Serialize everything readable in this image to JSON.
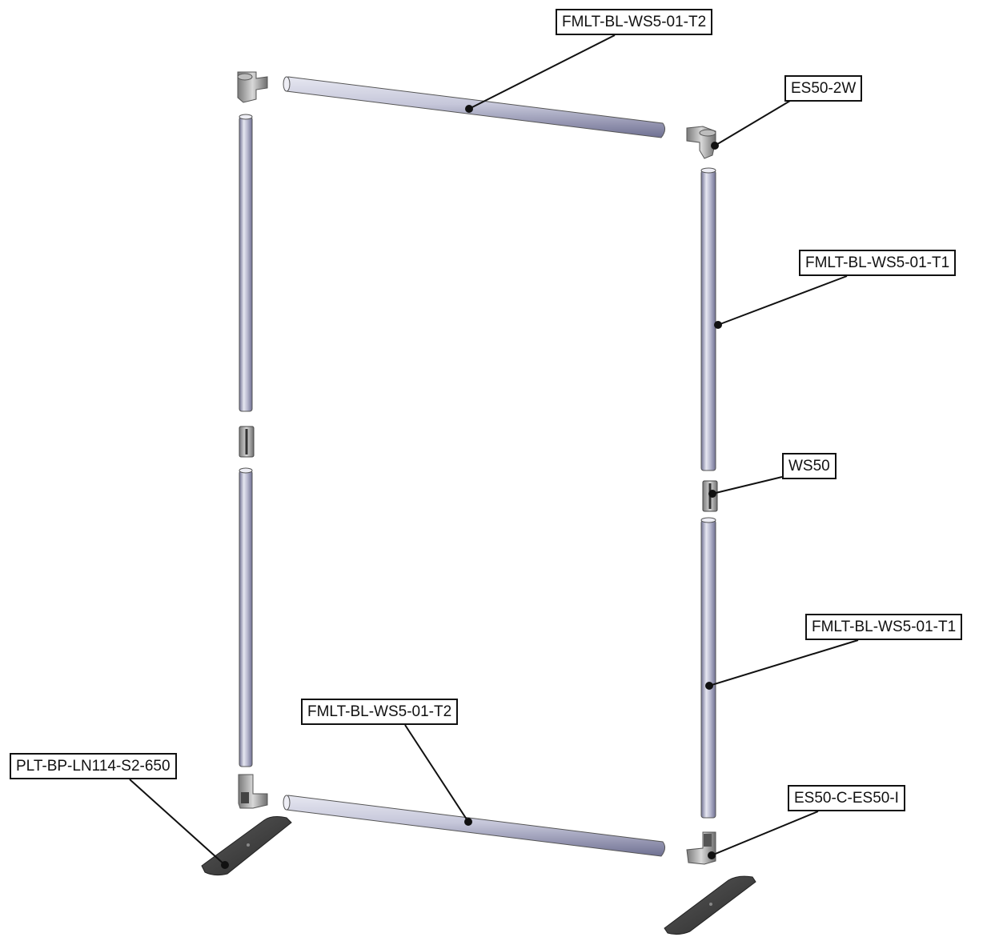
{
  "callouts": {
    "top_rail": "FMLT-BL-WS5-01-T2",
    "corner_top": "ES50-2W",
    "upright_upper": "FMLT-BL-WS5-01-T1",
    "coupler": "WS50",
    "upright_lower": "FMLT-BL-WS5-01-T1",
    "bottom_rail": "FMLT-BL-WS5-01-T2",
    "base_plate": "PLT-BP-LN114-S2-650",
    "corner_bottom": "ES50-C-ES50-I"
  },
  "colors": {
    "tube_dark": "#6f7092",
    "tube_mid": "#a9aac4",
    "tube_light": "#e6e7f1",
    "fitting_dark": "#6e6e6e",
    "fitting_light": "#d0d0d0",
    "plate": "#3a3a3a",
    "leader": "#111111"
  }
}
